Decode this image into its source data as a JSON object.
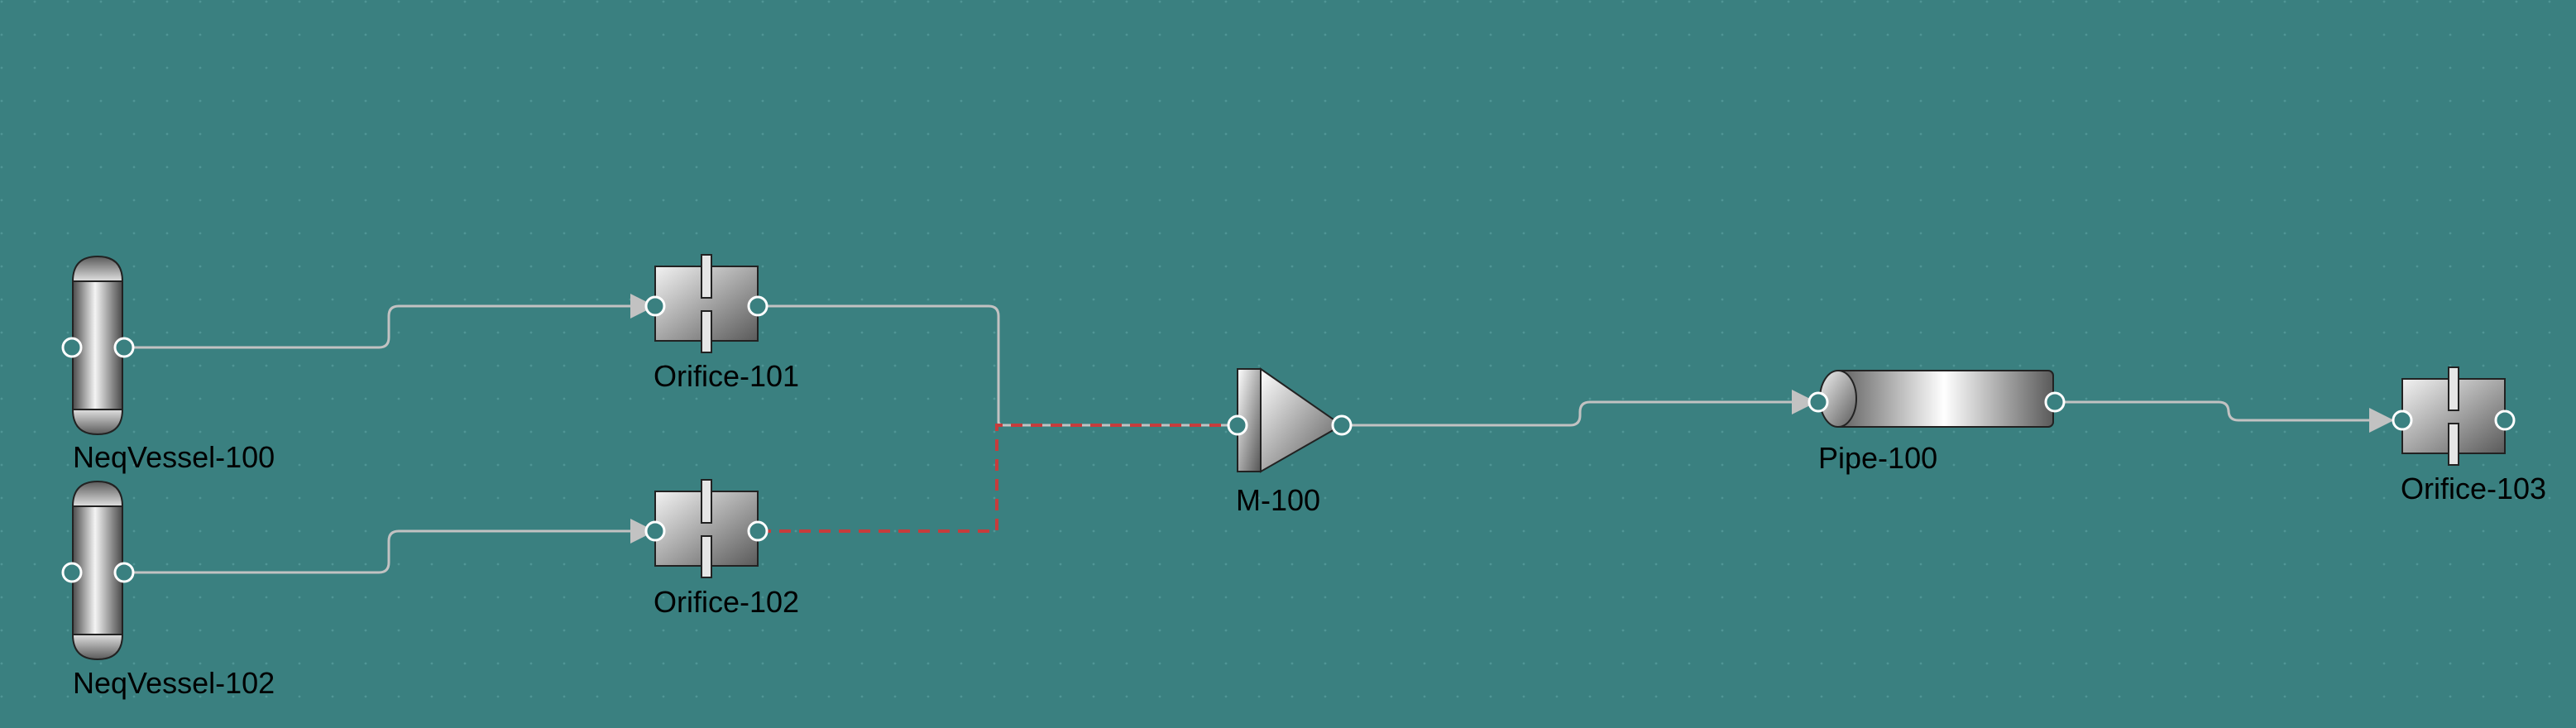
{
  "canvas": {
    "background": "#3a8080"
  },
  "units": {
    "neqvessel_100": {
      "label": "NeqVessel-100"
    },
    "neqvessel_102": {
      "label": "NeqVessel-102"
    },
    "orifice_101": {
      "label": "Orifice-101"
    },
    "orifice_102": {
      "label": "Orifice-102"
    },
    "mixer_100": {
      "label": "M-100"
    },
    "pipe_100": {
      "label": "Pipe-100"
    },
    "orifice_103": {
      "label": "Orifice-103"
    }
  },
  "streams": [
    {
      "from": "NeqVessel-100",
      "to": "Orifice-101",
      "status": "ok"
    },
    {
      "from": "NeqVessel-102",
      "to": "Orifice-102",
      "status": "ok"
    },
    {
      "from": "Orifice-101",
      "to": "M-100",
      "status": "ok"
    },
    {
      "from": "Orifice-102",
      "to": "M-100",
      "status": "error"
    },
    {
      "from": "M-100",
      "to": "Pipe-100",
      "status": "ok"
    },
    {
      "from": "Pipe-100",
      "to": "Orifice-103",
      "status": "ok"
    }
  ],
  "colors": {
    "stream": "#c2c2c2",
    "error_stream": "#c63c3c",
    "port": "#ffffff"
  }
}
